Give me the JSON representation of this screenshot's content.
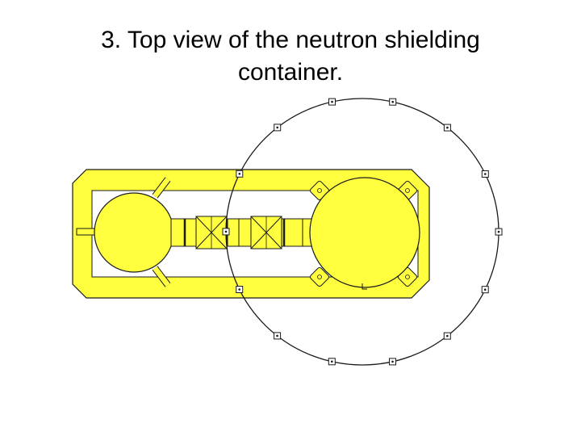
{
  "title": {
    "line1": "3. Top view of the neutron shielding",
    "line2": "container."
  },
  "colors": {
    "container_fill": "#ffff40",
    "outline": "#1a1a1a",
    "background": "#ffffff"
  },
  "diagram": {
    "type": "technical-drawing",
    "view": "top",
    "parts": [
      "shielding-frame",
      "small-vessel",
      "large-vessel",
      "connecting-pipe",
      "valve-left",
      "valve-right",
      "enclosing-circle",
      "bolt-markers"
    ]
  }
}
